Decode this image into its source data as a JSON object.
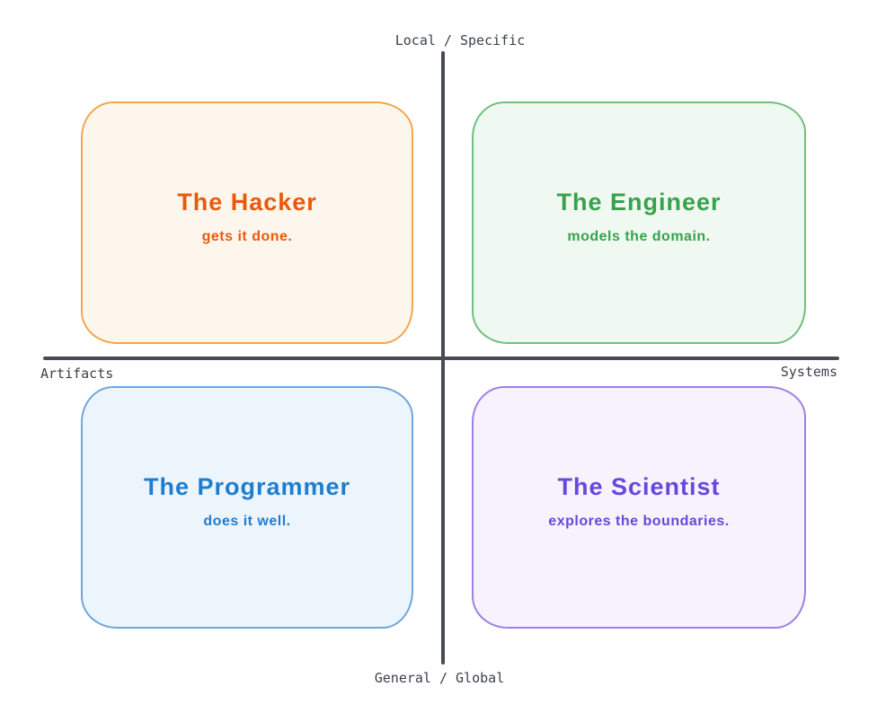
{
  "canvas": {
    "background": "#ffffff",
    "axis_color": "#464c54",
    "label_color": "#3c424b"
  },
  "axes": {
    "top_label": "Local / Specific",
    "bottom_label": "General / Global",
    "left_label": "Artifacts",
    "right_label": "Systems"
  },
  "quadrants": [
    {
      "id": "hacker",
      "position": "top-left",
      "title": "The Hacker",
      "subtitle": "gets it done.",
      "border_color": "#f2a74f",
      "fill_color": "#fdf6ec",
      "text_color": "#e8590c"
    },
    {
      "id": "engineer",
      "position": "top-right",
      "title": "The Engineer",
      "subtitle": "models the domain.",
      "border_color": "#6ec07e",
      "fill_color": "#f0f9f1",
      "text_color": "#37a24c"
    },
    {
      "id": "programmer",
      "position": "bottom-left",
      "title": "The Programmer",
      "subtitle": "does it well.",
      "border_color": "#6fa6dc",
      "fill_color": "#edf5fc",
      "text_color": "#1f7dd0"
    },
    {
      "id": "scientist",
      "position": "bottom-right",
      "title": "The Scientist",
      "subtitle": "explores the boundaries.",
      "border_color": "#9d80e3",
      "fill_color": "#f6f3fd",
      "text_color": "#6847dd"
    }
  ]
}
